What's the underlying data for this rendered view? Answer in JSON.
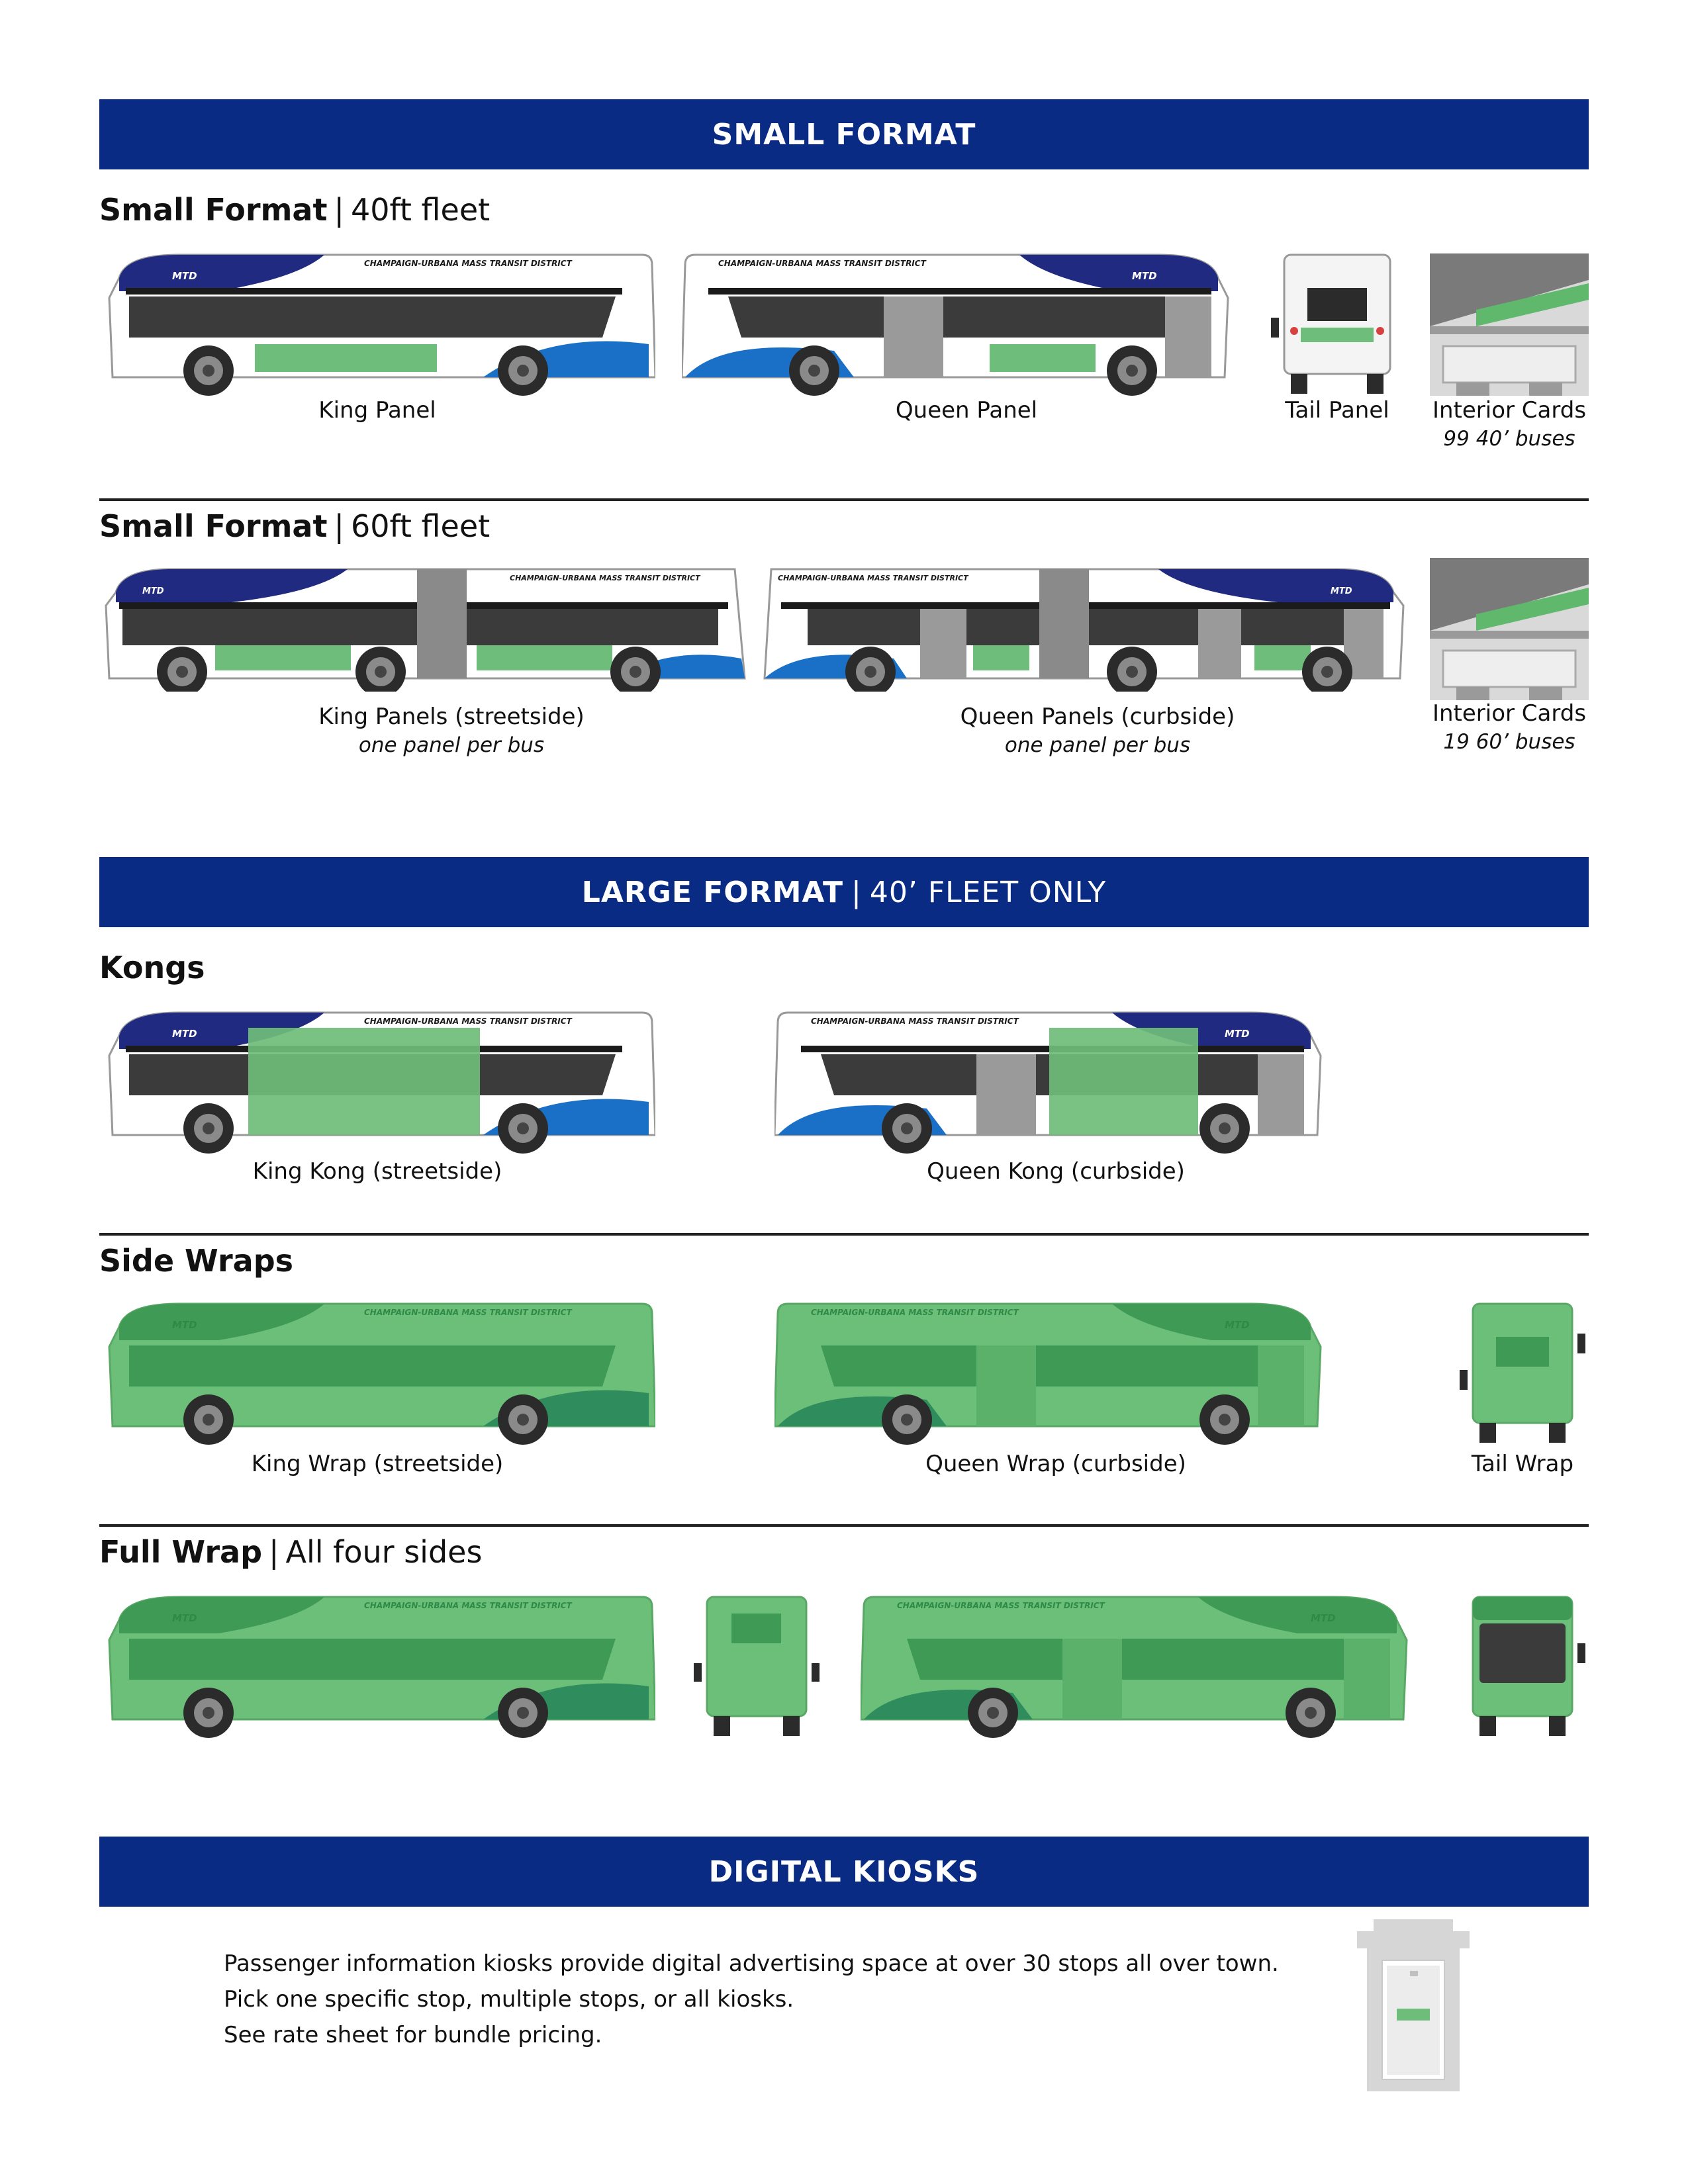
{
  "sections": {
    "small_format": "SMALL FORMAT",
    "large_format_bold": "LARGE FORMAT",
    "large_format_light": "40’ FLEET ONLY",
    "digital_kiosks": "DIGITAL KIOSKS"
  },
  "subheads": {
    "small40_bold": "Small Format",
    "small40_light": "40ft fleet",
    "small60_bold": "Small Format",
    "small60_light": "60ft fleet",
    "kongs": "Kongs",
    "side_wraps": "Side Wraps",
    "full_wrap_bold": "Full Wrap",
    "full_wrap_light": "All four sides"
  },
  "bus_text": {
    "district": "CHAMPAIGN-URBANA MASS TRANSIT DISTRICT",
    "logo": "MTD"
  },
  "captions": {
    "king_panel": "King Panel",
    "queen_panel": "Queen Panel",
    "tail_panel": "Tail Panel",
    "interior_cards_1": "Interior Cards",
    "interior_note_1": "99 40’ buses",
    "king_panels": "King Panels (streetside)",
    "king_panels_note": "one panel per bus",
    "queen_panels": "Queen Panels (curbside)",
    "queen_panels_note": "one panel per bus",
    "interior_cards_2": "Interior Cards",
    "interior_note_2": "19 60’ buses",
    "king_kong": "King Kong (streetside)",
    "queen_kong": "Queen Kong (curbside)",
    "king_wrap": "King Wrap (streetside)",
    "queen_wrap": "Queen Wrap (curbside)",
    "tail_wrap": "Tail Wrap"
  },
  "kiosk_text": {
    "line1": "Passenger information kiosks provide digital advertising space at over 30 stops all over town.",
    "line2": "Pick one specific stop, multiple stops, or all kiosks.",
    "line3": "See rate sheet for bundle pricing."
  },
  "colors": {
    "navy": "#0a2b84",
    "blue_swoosh": "#1a6fc7",
    "ad_green": "#6fbd7a",
    "wrap_green": "#6bbf78",
    "wrap_dark": "#3f9a55",
    "window": "#3b3b3b"
  }
}
